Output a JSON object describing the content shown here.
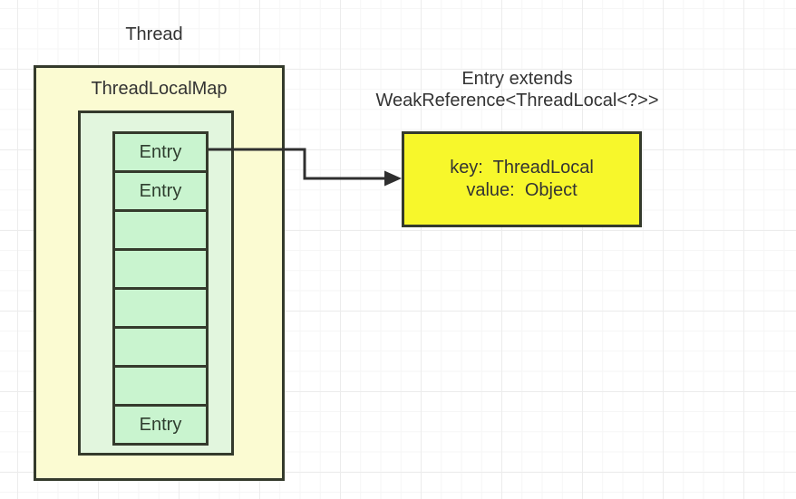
{
  "labels": {
    "thread": "Thread",
    "thread_local_map": "ThreadLocalMap",
    "caption_line1": "Entry extends",
    "caption_line2": "WeakReference<ThreadLocal<?>>",
    "detail_line1": "key:  ThreadLocal",
    "detail_line2": "value:  Object"
  },
  "slots": [
    "Entry",
    "Entry",
    "",
    "",
    "",
    "",
    "",
    "Entry"
  ],
  "colors": {
    "background": "#ffffff",
    "grid_minor": "#f6f6f6",
    "grid_major": "#ececec",
    "outer_box_fill": "#fbfbd2",
    "inner_box_fill": "#e2f6de",
    "slot_fill": "#c9f4cf",
    "detail_box_fill": "#f7f72b",
    "box_border": "#343a2c",
    "arrow": "#2f2f2f",
    "text": "#333333",
    "slot_text": "#2f3e2f"
  }
}
